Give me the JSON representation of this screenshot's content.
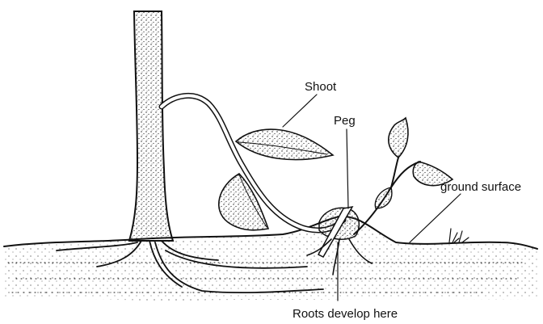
{
  "labels": {
    "shoot": "Shoot",
    "peg": "Peg",
    "ground_surface": "ground surface",
    "roots": "Roots develop here"
  },
  "colors": {
    "ink": "#111111",
    "background": "#ffffff"
  }
}
